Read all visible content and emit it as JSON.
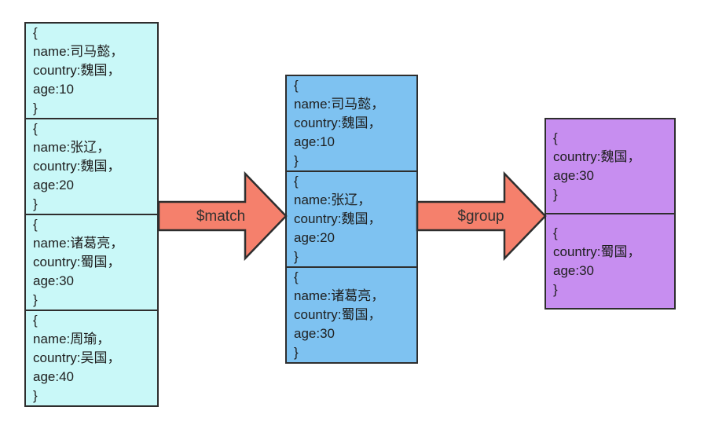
{
  "title": "mongodb-aggregation-pipeline-diagram",
  "colors": {
    "input_box": "#c9f8f8",
    "matched_box": "#7ec2f1",
    "grouped_box": "#c78ef0",
    "arrow_fill": "#f5806c",
    "border": "#2e2e2e",
    "text": "#1e1e1e",
    "background": "#ffffff"
  },
  "arrows": [
    {
      "label": "$match"
    },
    {
      "label": "$group"
    }
  ],
  "columns": [
    {
      "name": "input-collection",
      "docs": [
        {
          "lines": [
            "{",
            "name:司马懿，",
            "country:魏国，",
            "age:10",
            "}"
          ]
        },
        {
          "lines": [
            "{",
            "name:张辽，",
            "country:魏国，",
            "age:20",
            "}"
          ]
        },
        {
          "lines": [
            "{",
            "name:诸葛亮，",
            "country:蜀国，",
            "age:30",
            "}"
          ]
        },
        {
          "lines": [
            "{",
            "name:周瑜，",
            "country:吴国，",
            "age:40",
            "}"
          ]
        }
      ]
    },
    {
      "name": "match-result",
      "docs": [
        {
          "lines": [
            "{",
            "name:司马懿，",
            "country:魏国，",
            "age:10",
            "}"
          ]
        },
        {
          "lines": [
            "{",
            "name:张辽，",
            "country:魏国，",
            "age:20",
            "}"
          ]
        },
        {
          "lines": [
            "{",
            "name:诸葛亮，",
            "country:蜀国，",
            "age:30",
            "}"
          ]
        }
      ]
    },
    {
      "name": "group-result",
      "docs": [
        {
          "lines": [
            "{",
            "country:魏国，",
            "age:30",
            "}"
          ]
        },
        {
          "lines": [
            "{",
            "country:蜀国，",
            "age:30",
            "}"
          ]
        }
      ]
    }
  ]
}
